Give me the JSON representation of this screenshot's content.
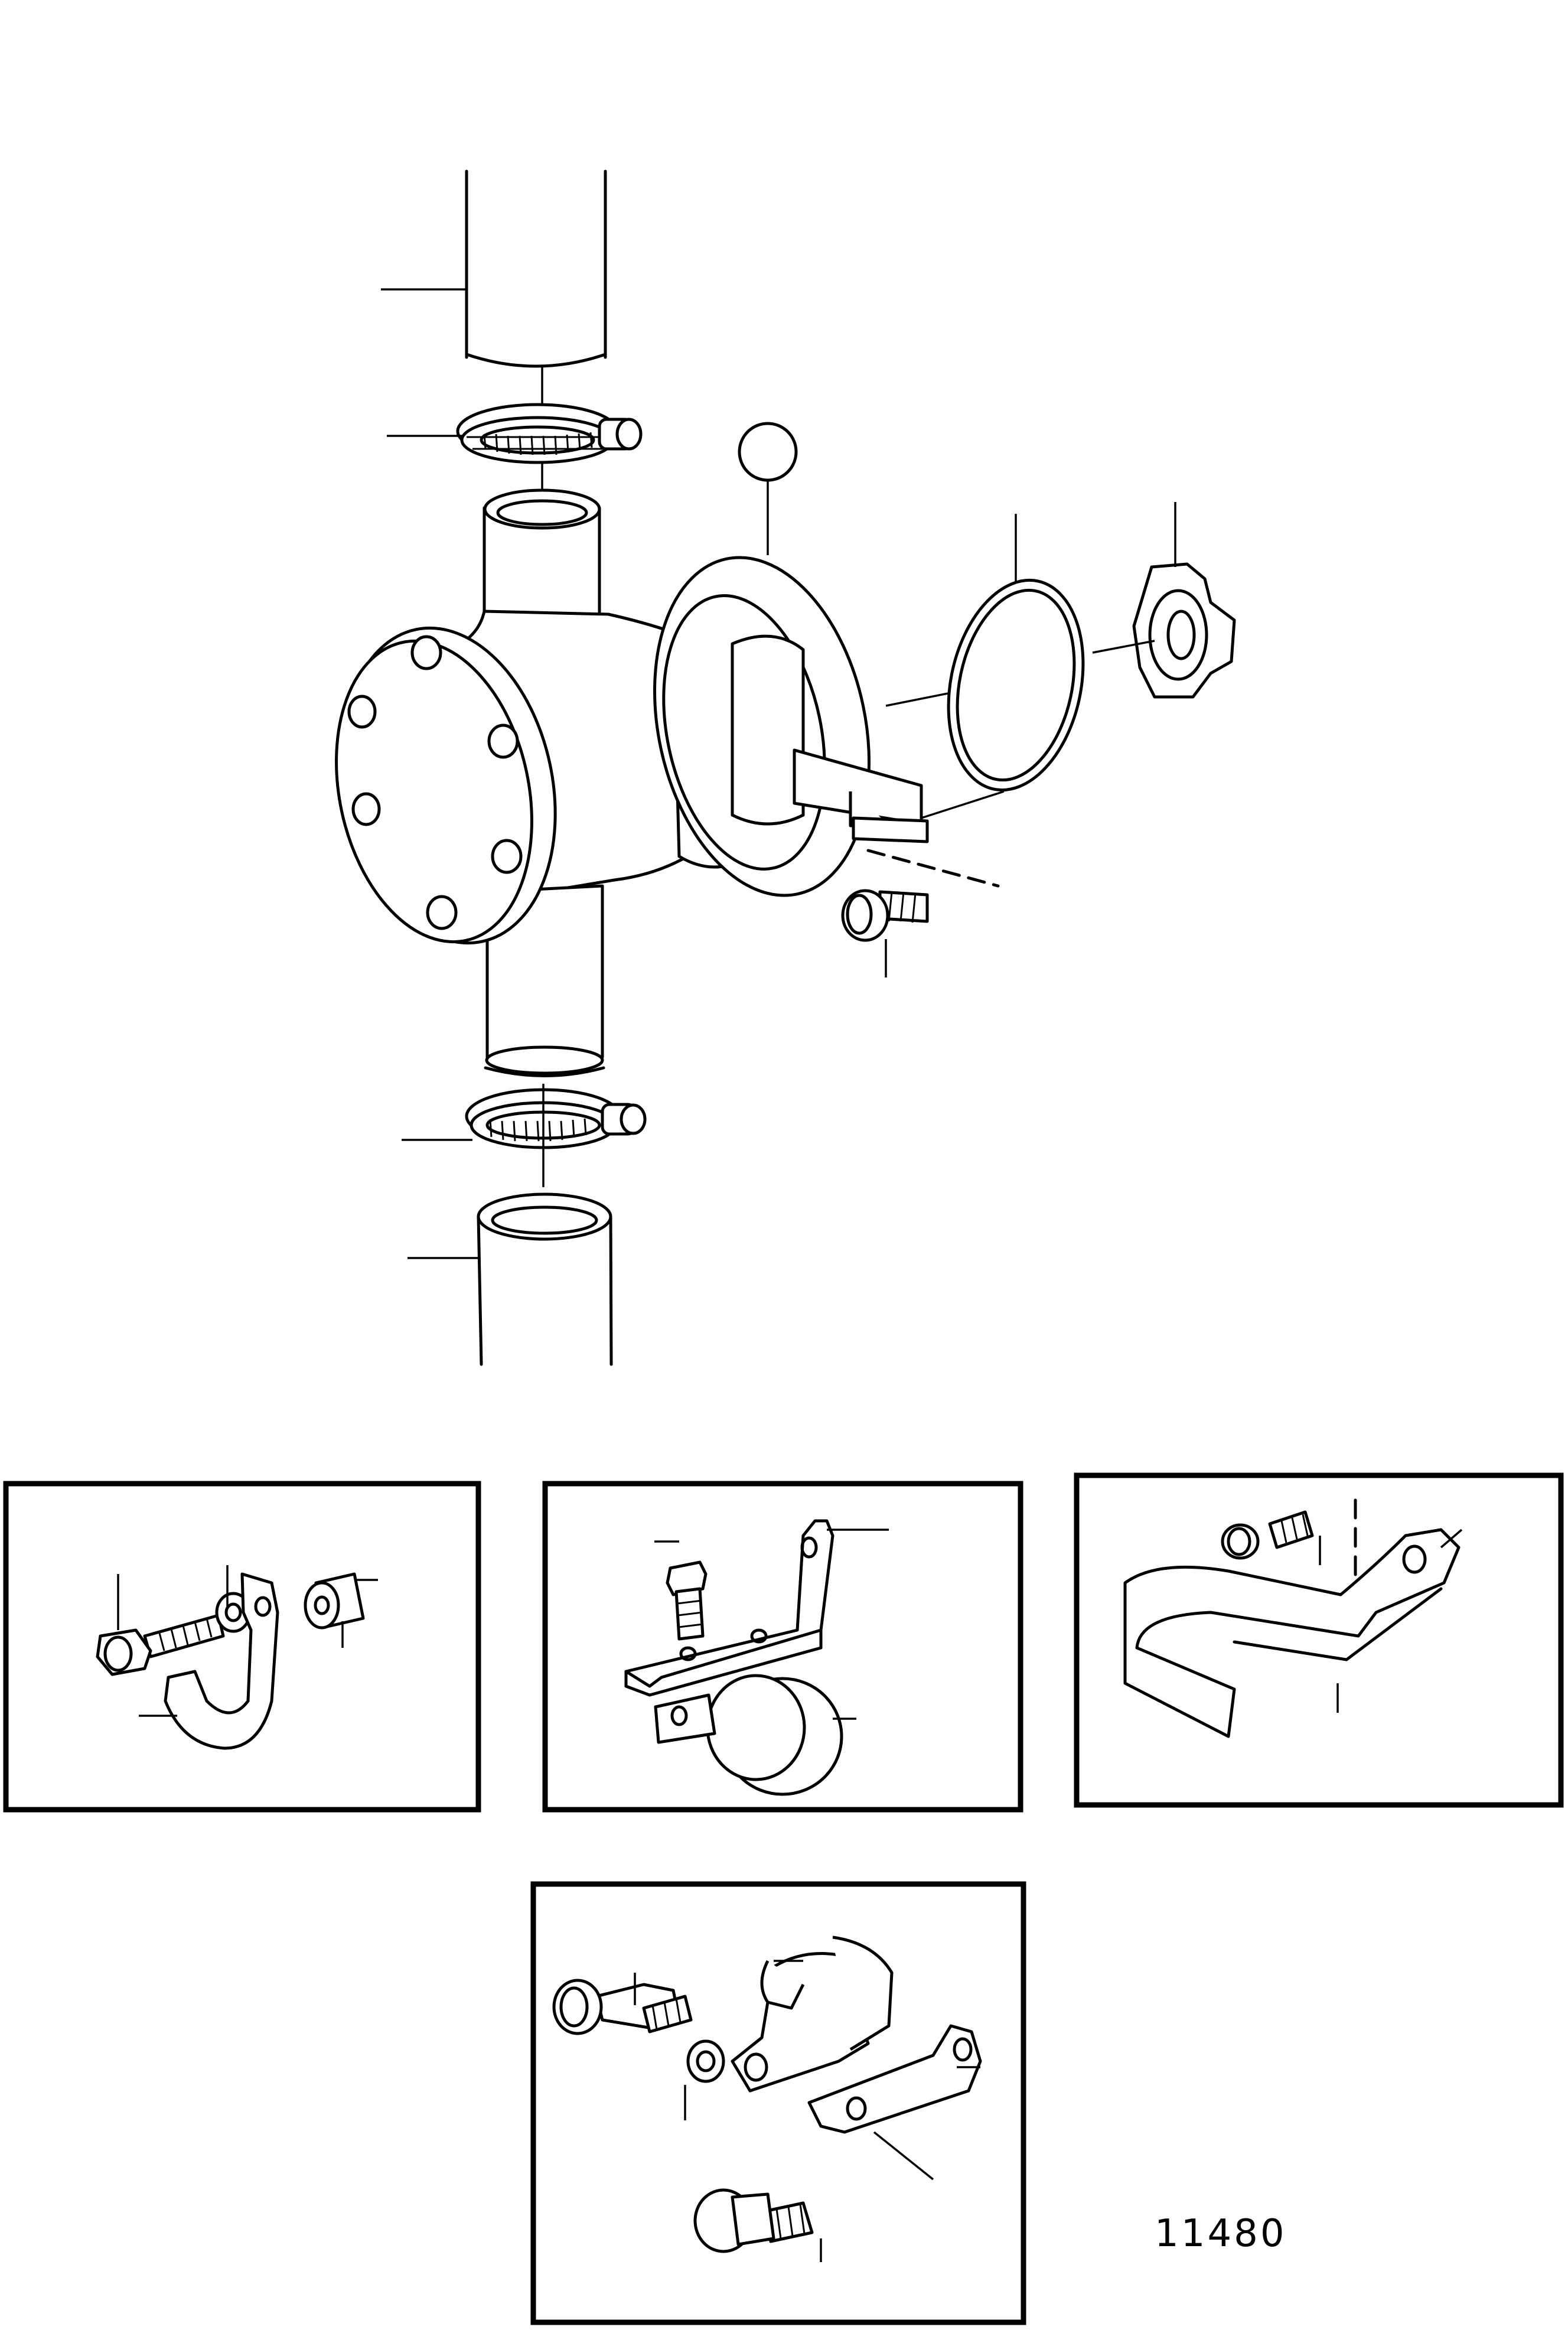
{
  "diagram": {
    "reference_number": "11480",
    "colors": {
      "ink": "#000000",
      "paper": "#ffffff"
    },
    "components": [
      "upper-hose",
      "upper-hose-clamp",
      "pump-housing",
      "pump-cover-with-bolts",
      "pump-flange",
      "o-ring",
      "coupling",
      "key",
      "mounting-screw",
      "lower-hose-clamp",
      "lower-hose"
    ],
    "detail_panels": [
      {
        "name": "detail-panel-1",
        "parts": [
          "screw",
          "washer",
          "spacer",
          "hook-clamp"
        ]
      },
      {
        "name": "detail-panel-2",
        "parts": [
          "bolt",
          "bracket",
          "pipe-clamp"
        ]
      },
      {
        "name": "detail-panel-3",
        "parts": [
          "screw",
          "strap-clamp"
        ]
      },
      {
        "name": "detail-panel-4",
        "parts": [
          "bolt",
          "washer",
          "clamp",
          "bracket",
          "bolt-lower"
        ]
      }
    ]
  }
}
